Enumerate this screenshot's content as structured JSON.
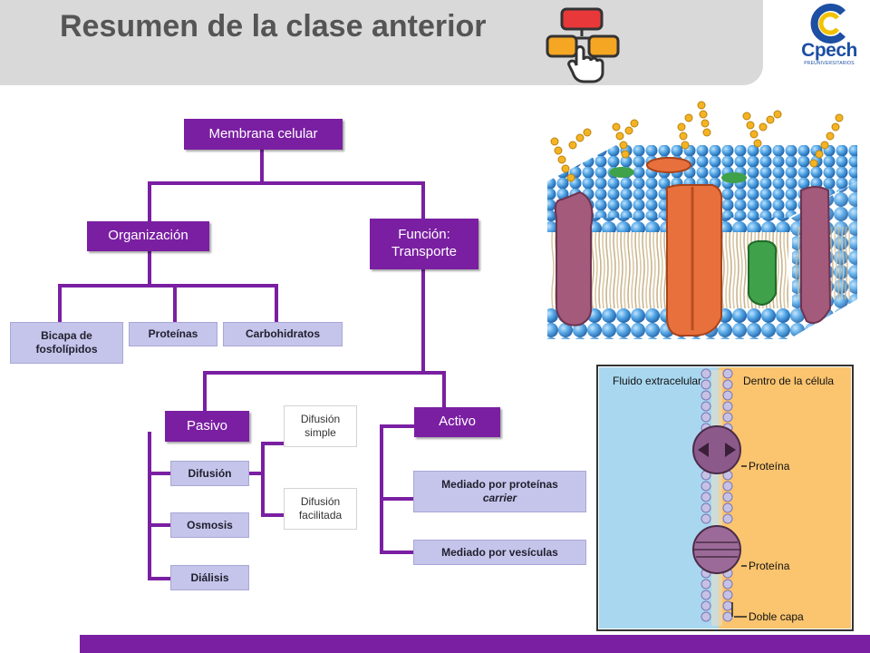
{
  "header": {
    "title": "Resumen de la clase anterior"
  },
  "logo": {
    "text": "Cpech",
    "subtitle": "PREUNIVERSITARIOS"
  },
  "diagram": {
    "root": "Membrana celular",
    "organizacion": {
      "label": "Organización",
      "children": [
        "Bicapa de fosfolípidos",
        "Proteínas",
        "Carbohidratos"
      ]
    },
    "funcion": {
      "label": "Función: Transporte",
      "pasivo": {
        "label": "Pasivo",
        "children": [
          "Difusión",
          "Osmosis",
          "Diálisis"
        ],
        "difusion_types": [
          "Difusión simple",
          "Difusión facilitada"
        ]
      },
      "activo": {
        "label": "Activo",
        "mediado_proteinas": "Mediado por proteínas",
        "carrier": "carrier",
        "mediado_vesiculas": "Mediado por vesículas"
      }
    }
  },
  "illustration": {
    "left_label": "Fluido extracelular",
    "right_label": "Dentro de la célula",
    "labels": [
      "Proteína",
      "Proteína",
      "Doble capa"
    ]
  },
  "colors": {
    "accent": "#7a1fa2",
    "sub_box": "#c5c4ea",
    "header_gray": "#d9d9d9"
  }
}
